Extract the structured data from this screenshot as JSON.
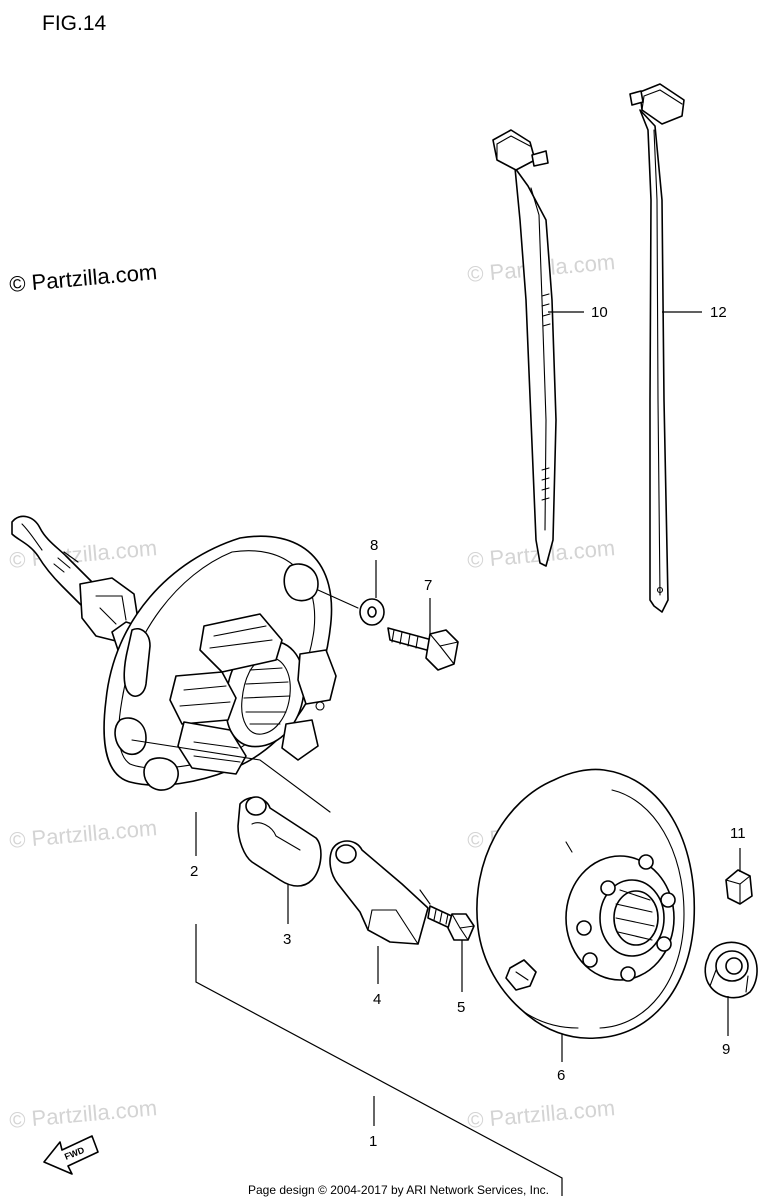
{
  "figure": {
    "title": "FIG.14"
  },
  "copyright": "© Partzilla.com",
  "watermark": "© Partzilla.com",
  "footer": "Page design © 2004-2017 by ARI Network Services, Inc.",
  "fwd_label": "FWD",
  "callouts": [
    {
      "id": "1",
      "label": "1"
    },
    {
      "id": "2",
      "label": "2"
    },
    {
      "id": "3",
      "label": "3"
    },
    {
      "id": "4",
      "label": "4"
    },
    {
      "id": "5",
      "label": "5"
    },
    {
      "id": "6",
      "label": "6"
    },
    {
      "id": "7",
      "label": "7"
    },
    {
      "id": "8",
      "label": "8"
    },
    {
      "id": "9",
      "label": "9"
    },
    {
      "id": "10",
      "label": "10"
    },
    {
      "id": "11",
      "label": "11"
    },
    {
      "id": "12",
      "label": "12"
    }
  ]
}
